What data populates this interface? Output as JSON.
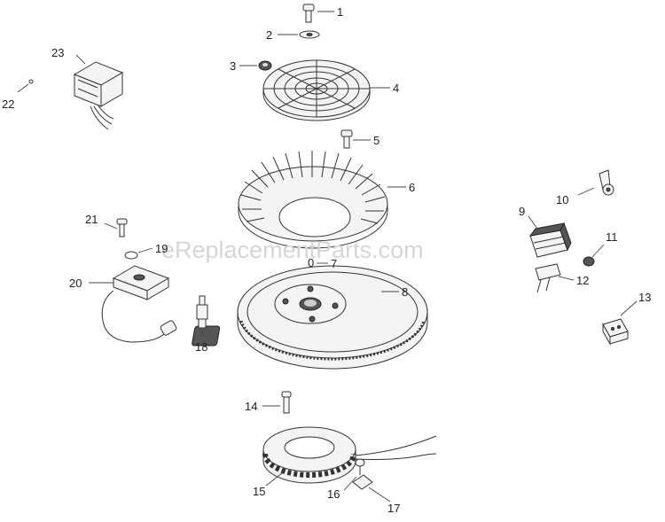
{
  "watermark": "eReplacementParts.com",
  "callouts": {
    "c1": "1",
    "c2": "2",
    "c3": "3",
    "c4": "4",
    "c5": "5",
    "c6": "6",
    "c7": "7",
    "c7b": "0",
    "c8": "8",
    "c9": "9",
    "c10": "10",
    "c11": "11",
    "c12": "12",
    "c13": "13",
    "c14": "14",
    "c15": "15",
    "c16": "16",
    "c17": "17",
    "c18": "18",
    "c19": "19",
    "c20": "20",
    "c21": "21",
    "c22": "22",
    "c23": "23"
  }
}
